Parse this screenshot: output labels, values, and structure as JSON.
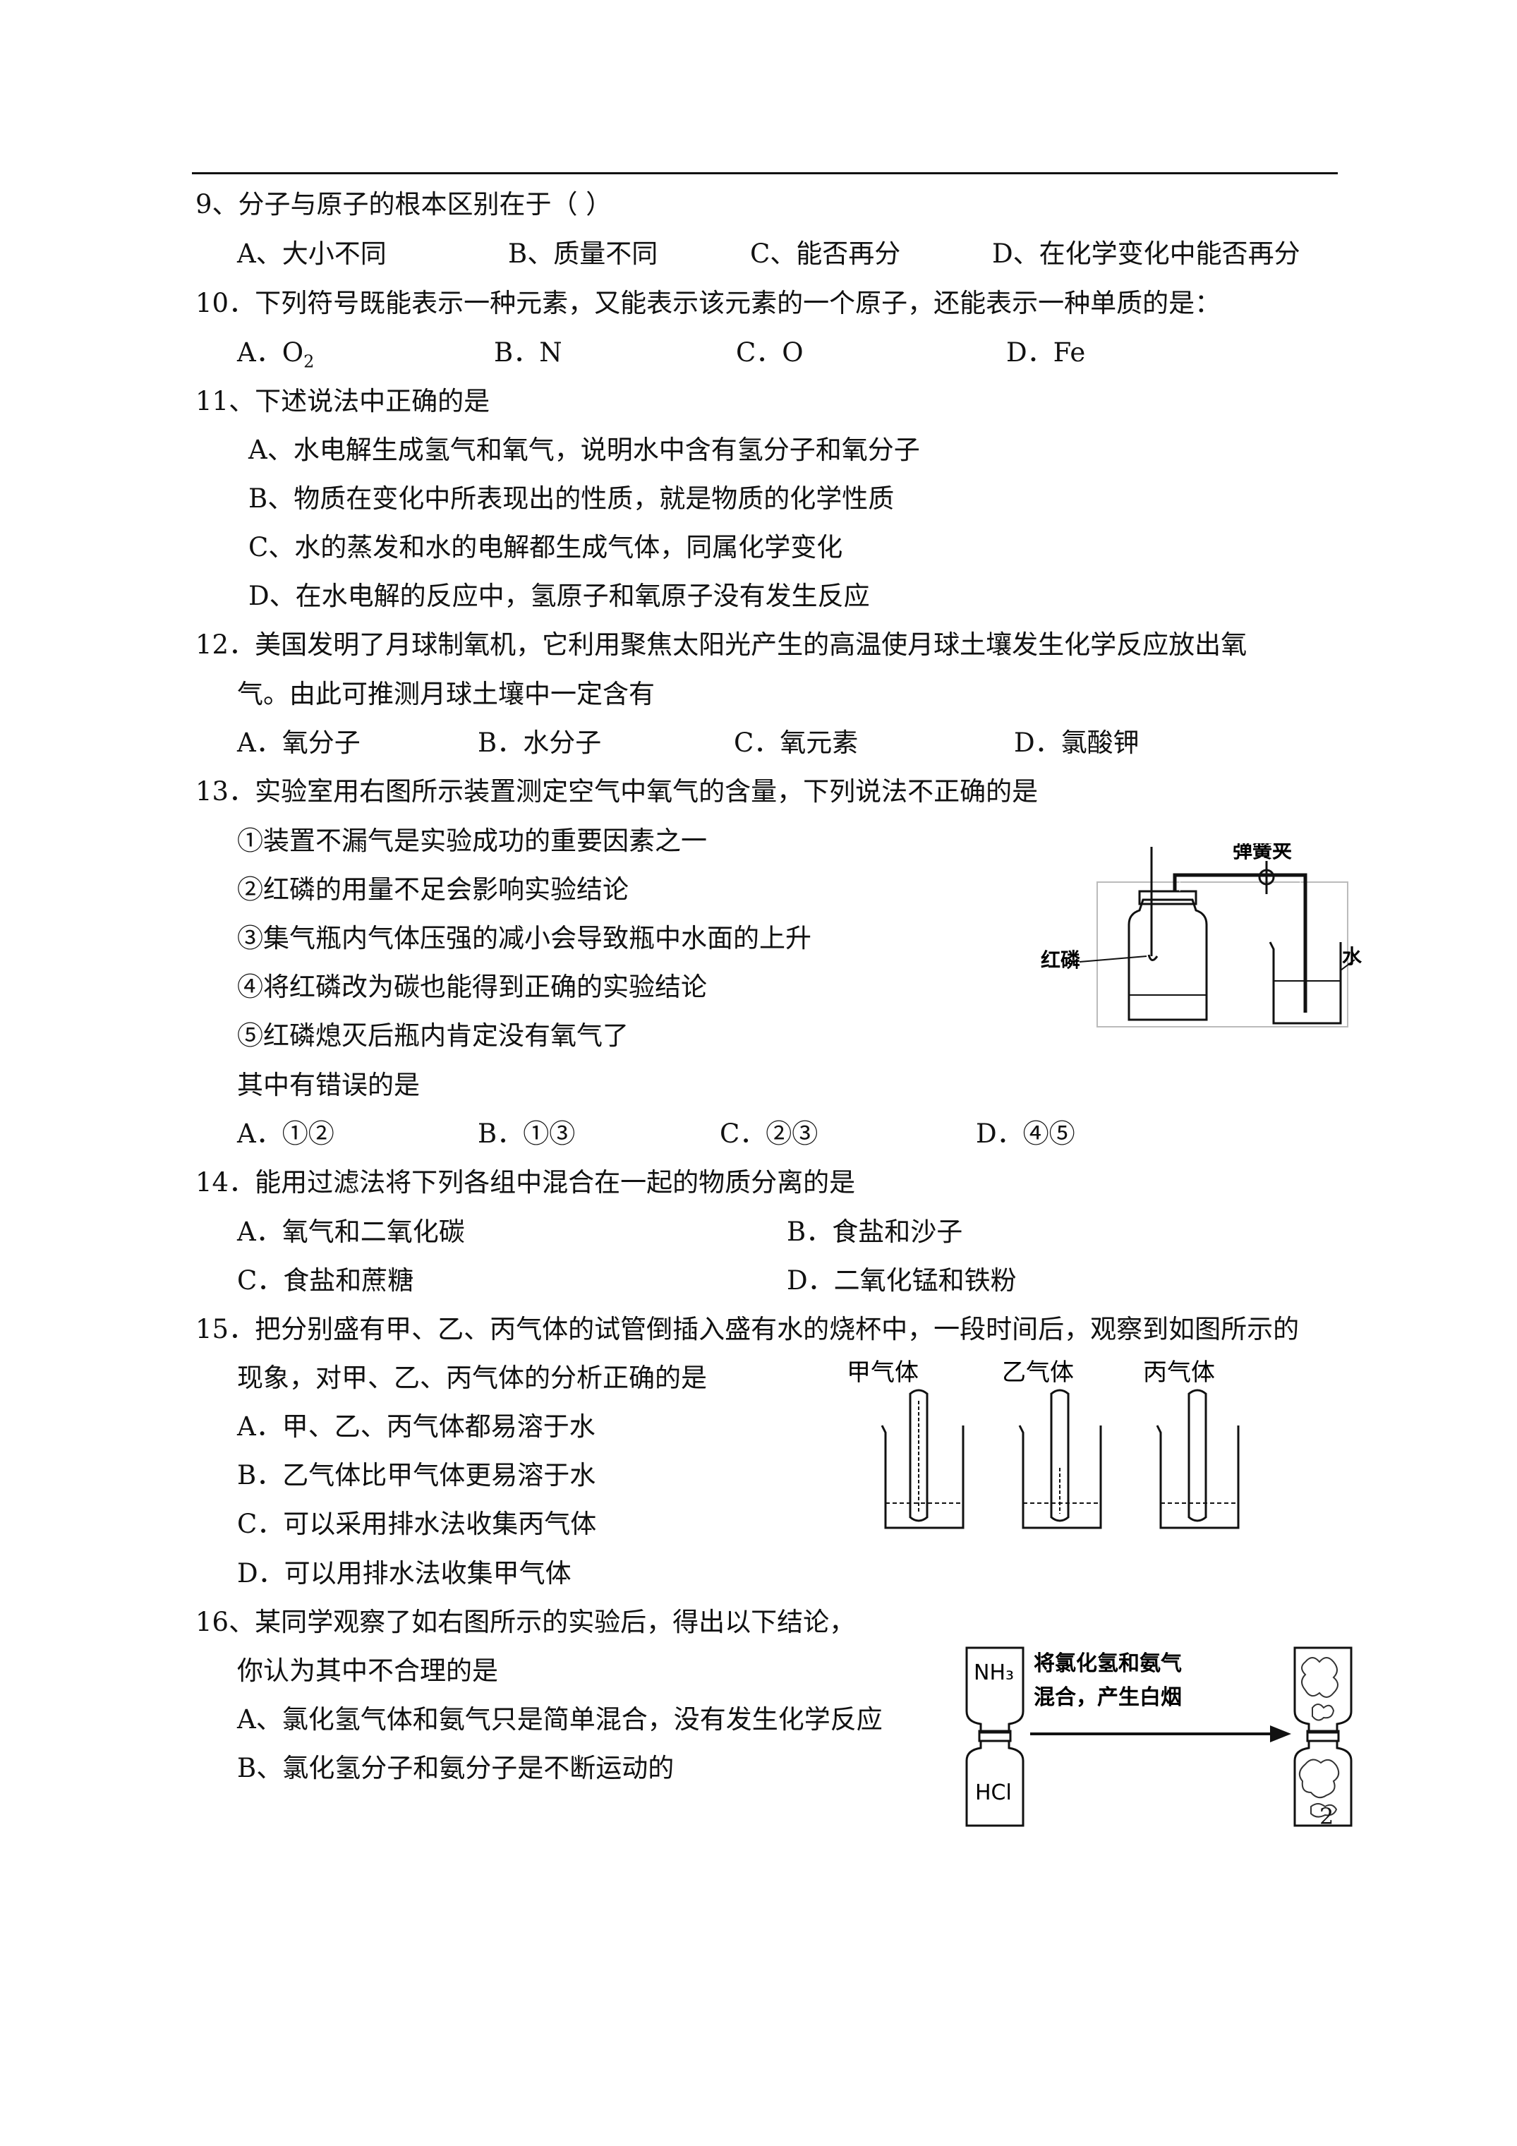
{
  "q9": {
    "stem": "9、分子与原子的根本区别在于（     ）",
    "options": [
      "A、大小不同",
      "B、质量不同",
      "C、能否再分",
      "D、在化学变化中能否再分"
    ]
  },
  "q10": {
    "stem": "10．下列符号既能表示一种元素，又能表示该元素的一个原子，还能表示一种单质的是：",
    "options": [
      "A．O",
      "B．N",
      "C．O",
      "D．Fe"
    ],
    "a_subscript": "2"
  },
  "q11": {
    "stem": "11、下述说法中正确的是",
    "options": [
      "A、水电解生成氢气和氧气，说明水中含有氢分子和氧分子",
      "B、物质在变化中所表现出的性质，就是物质的化学性质",
      "C、水的蒸发和水的电解都生成气体，同属化学变化",
      "D、在水电解的反应中，氢原子和氧原子没有发生反应"
    ]
  },
  "q12": {
    "stem1": "12．美国发明了月球制氧机，它利用聚焦太阳光产生的高温使月球土壤发生化学反应放出氧",
    "stem2": "气。由此可推测月球土壤中一定含有",
    "options": [
      "A．氧分子",
      "B．水分子",
      "C．氧元素",
      "D．氯酸钾"
    ]
  },
  "q13": {
    "stem": "13．实验室用右图所示装置测定空气中氧气的含量，下列说法不正确的是",
    "items": [
      "①装置不漏气是实验成功的重要因素之一",
      "②红磷的用量不足会影响实验结论",
      "③集气瓶内气体压强的减小会导致瓶中水面的上升",
      "④将红磷改为碳也能得到正确的实验结论",
      "⑤红磷熄灭后瓶内肯定没有氧气了"
    ],
    "ask": "其中有错误的是",
    "options": [
      "A．①②",
      "B．①③",
      "C．②③",
      "D．④⑤"
    ],
    "figure": {
      "clamp": "弹簧夹",
      "phosphorus": "红磷",
      "water": "水"
    }
  },
  "q14": {
    "stem": "14．能用过滤法将下列各组中混合在一起的物质分离的是",
    "options": [
      "A．氧气和二氧化碳",
      "B．食盐和沙子",
      "C．食盐和蔗糖",
      "D．二氧化锰和铁粉"
    ]
  },
  "q15": {
    "stem1": "15．把分别盛有甲、乙、丙气体的试管倒插入盛有水的烧杯中，一段时间后，观察到如图所示的",
    "stem2": "现象，对甲、乙、丙气体的分析正确的是",
    "options": [
      "A．甲、乙、丙气体都易溶于水",
      "B．乙气体比甲气体更易溶于水",
      "C．可以采用排水法收集丙气体",
      "D．可以用排水法收集甲气体"
    ],
    "figure": {
      "gas1": "甲气体",
      "gas2": "乙气体",
      "gas3": "丙气体"
    }
  },
  "q16": {
    "stem1": "16、某同学观察了如右图所示的实验后，得出以下结论，",
    "stem2": "你认为其中不合理的是",
    "options": [
      "A、氯化氢气体和氨气只是简单混合，没有发生化学反应",
      "B、氯化氢分子和氨分子是不断运动的"
    ],
    "figure": {
      "top_bottle": "NH₃",
      "bottom_bottle": "HCl",
      "caption1": "将氯化氢和氨气",
      "caption2": "混合，产生白烟"
    }
  },
  "page_number": "2"
}
